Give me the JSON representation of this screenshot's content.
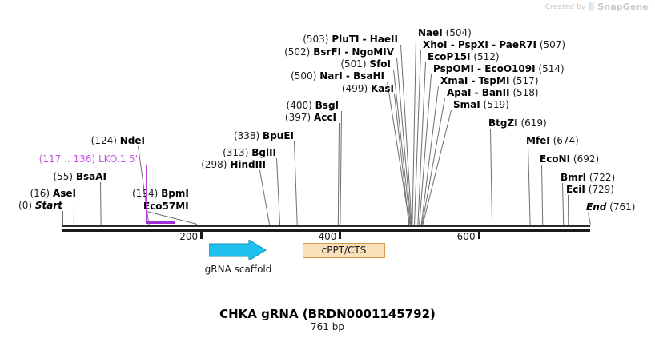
{
  "watermark": {
    "prefix": "Created by",
    "brand": "SnapGene"
  },
  "title": "CHKA gRNA (BRDN0001145792)",
  "subtitle": "761 bp",
  "sequence": {
    "length_bp": 761,
    "start_label": "Start",
    "start_pos": "(0)",
    "end_label": "End",
    "end_pos": "(761)"
  },
  "ruler": {
    "ticks": [
      {
        "label": "200",
        "value": 200
      },
      {
        "label": "400",
        "value": 400
      },
      {
        "label": "600",
        "value": 600
      }
    ]
  },
  "feature_marker": {
    "label": "LKO.1 5'",
    "range": "(117 .. 136)",
    "color": "#c455e8"
  },
  "features": [
    {
      "name": "gRNA scaffold",
      "shape": "arrow",
      "color": "#1ec0f0",
      "border": "#1a8fb5"
    },
    {
      "name": "cPPT/CTS",
      "shape": "box",
      "color": "#fadfbb",
      "border": "#d79b4a"
    }
  ],
  "sites": [
    {
      "pos": "(0)",
      "enzymes": [
        "Start"
      ],
      "terminus": true
    },
    {
      "pos": "(16)",
      "enzymes": [
        "AseI"
      ]
    },
    {
      "pos": "(55)",
      "enzymes": [
        "BsaAI"
      ]
    },
    {
      "pos": "(124)",
      "enzymes": [
        "NdeI"
      ]
    },
    {
      "pos": "(194)",
      "enzymes": [
        "BpmI",
        "Eco57MI"
      ]
    },
    {
      "pos": "(298)",
      "enzymes": [
        "HindIII"
      ]
    },
    {
      "pos": "(313)",
      "enzymes": [
        "BglII"
      ]
    },
    {
      "pos": "(338)",
      "enzymes": [
        "BpuEI"
      ]
    },
    {
      "pos": "(397)",
      "enzymes": [
        "AccI"
      ]
    },
    {
      "pos": "(400)",
      "enzymes": [
        "BsgI"
      ]
    },
    {
      "pos": "(499)",
      "enzymes": [
        "KasI"
      ]
    },
    {
      "pos": "(500)",
      "enzymes": [
        "NarI",
        "BsaHI"
      ]
    },
    {
      "pos": "(501)",
      "enzymes": [
        "SfoI"
      ]
    },
    {
      "pos": "(502)",
      "enzymes": [
        "BsrFI",
        "NgoMIV"
      ]
    },
    {
      "pos": "(503)",
      "enzymes": [
        "PluTI",
        "HaeII"
      ]
    },
    {
      "pos": "(504)",
      "enzymes": [
        "NaeI"
      ]
    },
    {
      "pos": "(507)",
      "enzymes": [
        "XhoI",
        "PspXI",
        "PaeR7I"
      ]
    },
    {
      "pos": "(512)",
      "enzymes": [
        "EcoP15I"
      ]
    },
    {
      "pos": "(514)",
      "enzymes": [
        "PspOMI",
        "EcoO109I"
      ]
    },
    {
      "pos": "(517)",
      "enzymes": [
        "XmaI",
        "TspMI"
      ]
    },
    {
      "pos": "(518)",
      "enzymes": [
        "ApaI",
        "BanII"
      ]
    },
    {
      "pos": "(519)",
      "enzymes": [
        "SmaI"
      ]
    },
    {
      "pos": "(619)",
      "enzymes": [
        "BtgZI"
      ]
    },
    {
      "pos": "(674)",
      "enzymes": [
        "MfeI"
      ]
    },
    {
      "pos": "(692)",
      "enzymes": [
        "EcoNI"
      ]
    },
    {
      "pos": "(722)",
      "enzymes": [
        "BmrI"
      ]
    },
    {
      "pos": "(729)",
      "enzymes": [
        "EciI"
      ]
    },
    {
      "pos": "(761)",
      "enzymes": [
        "End"
      ],
      "terminus": true
    }
  ],
  "colors": {
    "backbone": "#1a1a1a",
    "leader": "#6e6e6e",
    "feature_purple": "#c455e8",
    "grna_cyan": "#1ec0f0",
    "cppt_peach": "#fadfbb"
  }
}
